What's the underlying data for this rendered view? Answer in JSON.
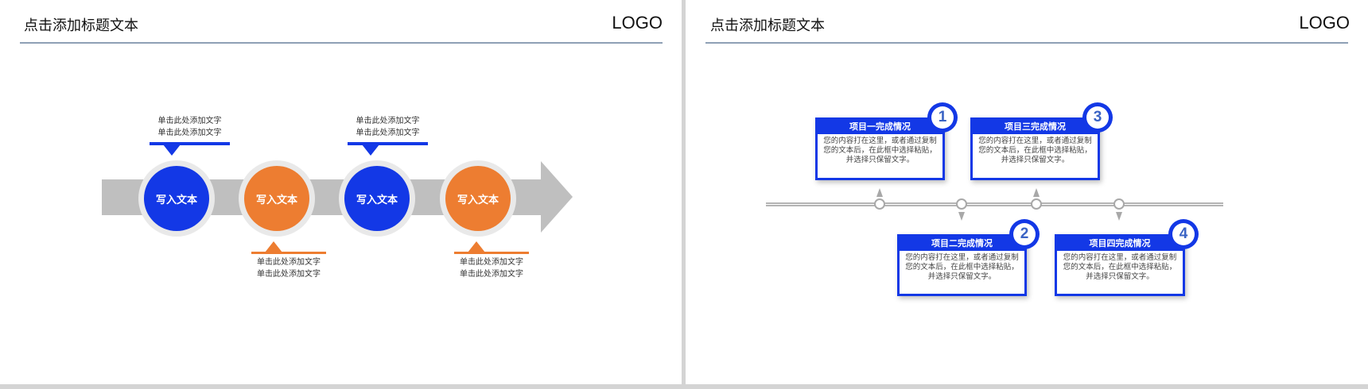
{
  "slide1": {
    "title": "点击添加标题文本",
    "logo": "LOGO",
    "steps": [
      {
        "label": "写入文本",
        "color": "#1338e6",
        "caption": [
          "单击此处添加文字",
          "单击此处添加文字"
        ]
      },
      {
        "label": "写入文本",
        "color": "#ed7d31",
        "caption": [
          "单击此处添加文字",
          "单击此处添加文字"
        ]
      },
      {
        "label": "写入文本",
        "color": "#1338e6",
        "caption": [
          "单击此处添加文字",
          "单击此处添加文字"
        ]
      },
      {
        "label": "写入文本",
        "color": "#ed7d31",
        "caption": [
          "单击此处添加文字",
          "单击此处添加文字"
        ]
      }
    ]
  },
  "slide2": {
    "title": "点击添加标题文本",
    "logo": "LOGO",
    "items": [
      {
        "num": "1",
        "title": "项目一完成情况",
        "body": [
          "您的内容打在这里，或者通过复制",
          "您的文本后，在此框中选择粘贴，",
          "并选择只保留文字。"
        ]
      },
      {
        "num": "2",
        "title": "项目二完成情况",
        "body": [
          "您的内容打在这里，或者通过复制",
          "您的文本后，在此框中选择粘贴，",
          "并选择只保留文字。"
        ]
      },
      {
        "num": "3",
        "title": "项目三完成情况",
        "body": [
          "您的内容打在这里，或者通过复制",
          "您的文本后，在此框中选择粘贴，",
          "并选择只保留文字。"
        ]
      },
      {
        "num": "4",
        "title": "项目四完成情况",
        "body": [
          "您的内容打在这里，或者通过复制",
          "您的文本后，在此框中选择粘贴，",
          "并选择只保留文字。"
        ]
      }
    ]
  },
  "colors": {
    "blue": "#1338e6",
    "orange": "#ed7d31",
    "gray": "#bfbfbf"
  }
}
